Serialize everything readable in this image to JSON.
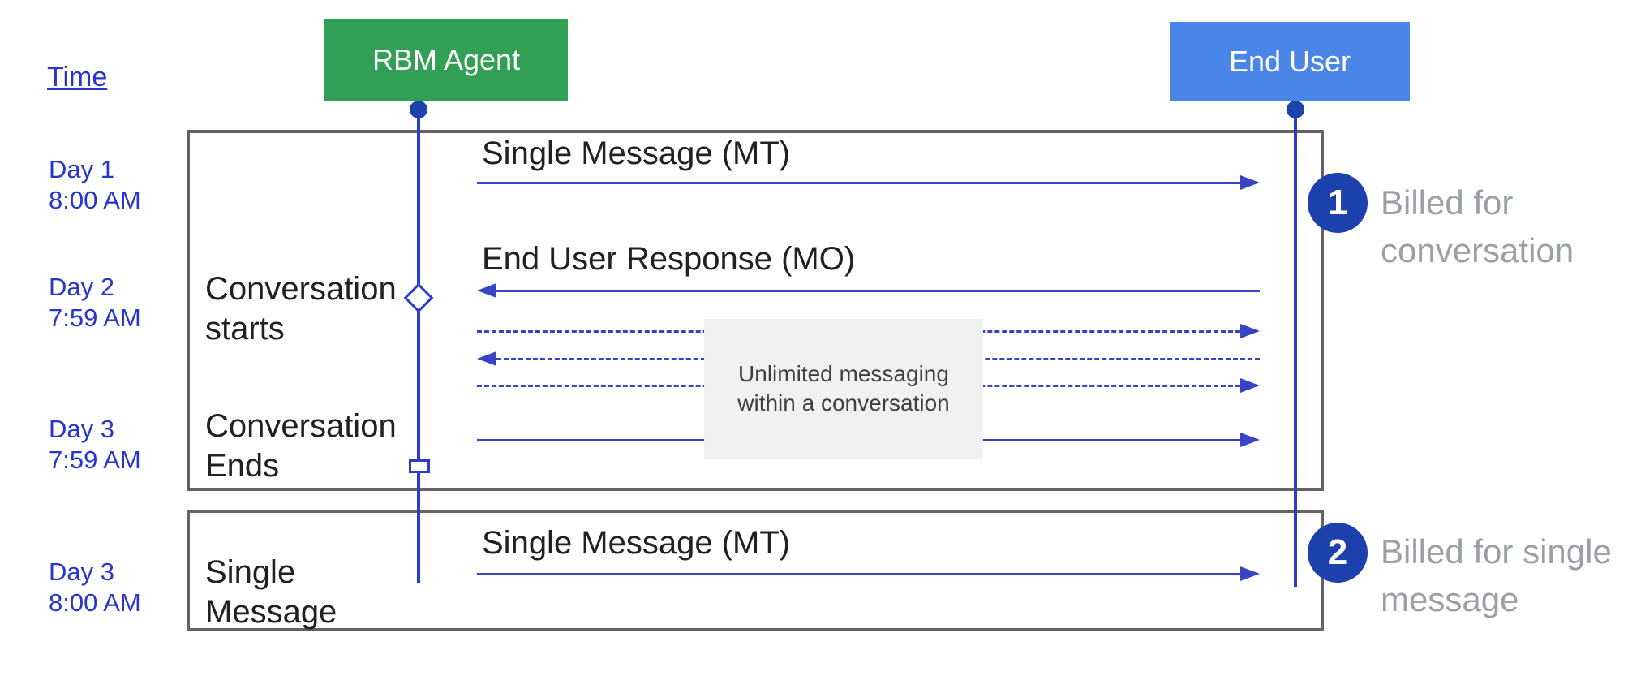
{
  "diagram": {
    "time_header": "Time",
    "actors": {
      "agent": "RBM Agent",
      "end_user": "End User"
    },
    "timestamps": [
      {
        "day": "Day 1",
        "time": "8:00 AM"
      },
      {
        "day": "Day 2",
        "time": "7:59 AM"
      },
      {
        "day": "Day 3",
        "time": "7:59 AM"
      },
      {
        "day": "Day 3",
        "time": "8:00 AM"
      }
    ],
    "phase_labels": {
      "conversation_starts": {
        "line1": "Conversation",
        "line2": "starts"
      },
      "conversation_ends": {
        "line1": "Conversation",
        "line2": "Ends"
      },
      "single_message": {
        "line1": "Single",
        "line2": "Message"
      }
    },
    "messages": {
      "single_message_mt_1": "Single Message (MT)",
      "end_user_response_mo": "End User Response (MO)",
      "single_message_mt_2": "Single Message (MT)"
    },
    "note": {
      "line1": "Unlimited messaging",
      "line2": "within a conversation"
    },
    "annotations": [
      {
        "number": "1",
        "line1": "Billed for",
        "line2": "conversation"
      },
      {
        "number": "2",
        "line1": "Billed for single",
        "line2": "message"
      }
    ],
    "colors": {
      "agent_box_green": "#31a054",
      "end_user_box_blue": "#4a86e8",
      "lifeline_blue": "#2d3ccd",
      "arrow_blue": "#3844c4",
      "badge_dark_blue": "#1c41ad",
      "time_text_blue": "#2836cc",
      "billed_text_gray": "#9aa0a6",
      "frame_border_gray": "#636363",
      "note_background": "#f1f1f1"
    }
  }
}
